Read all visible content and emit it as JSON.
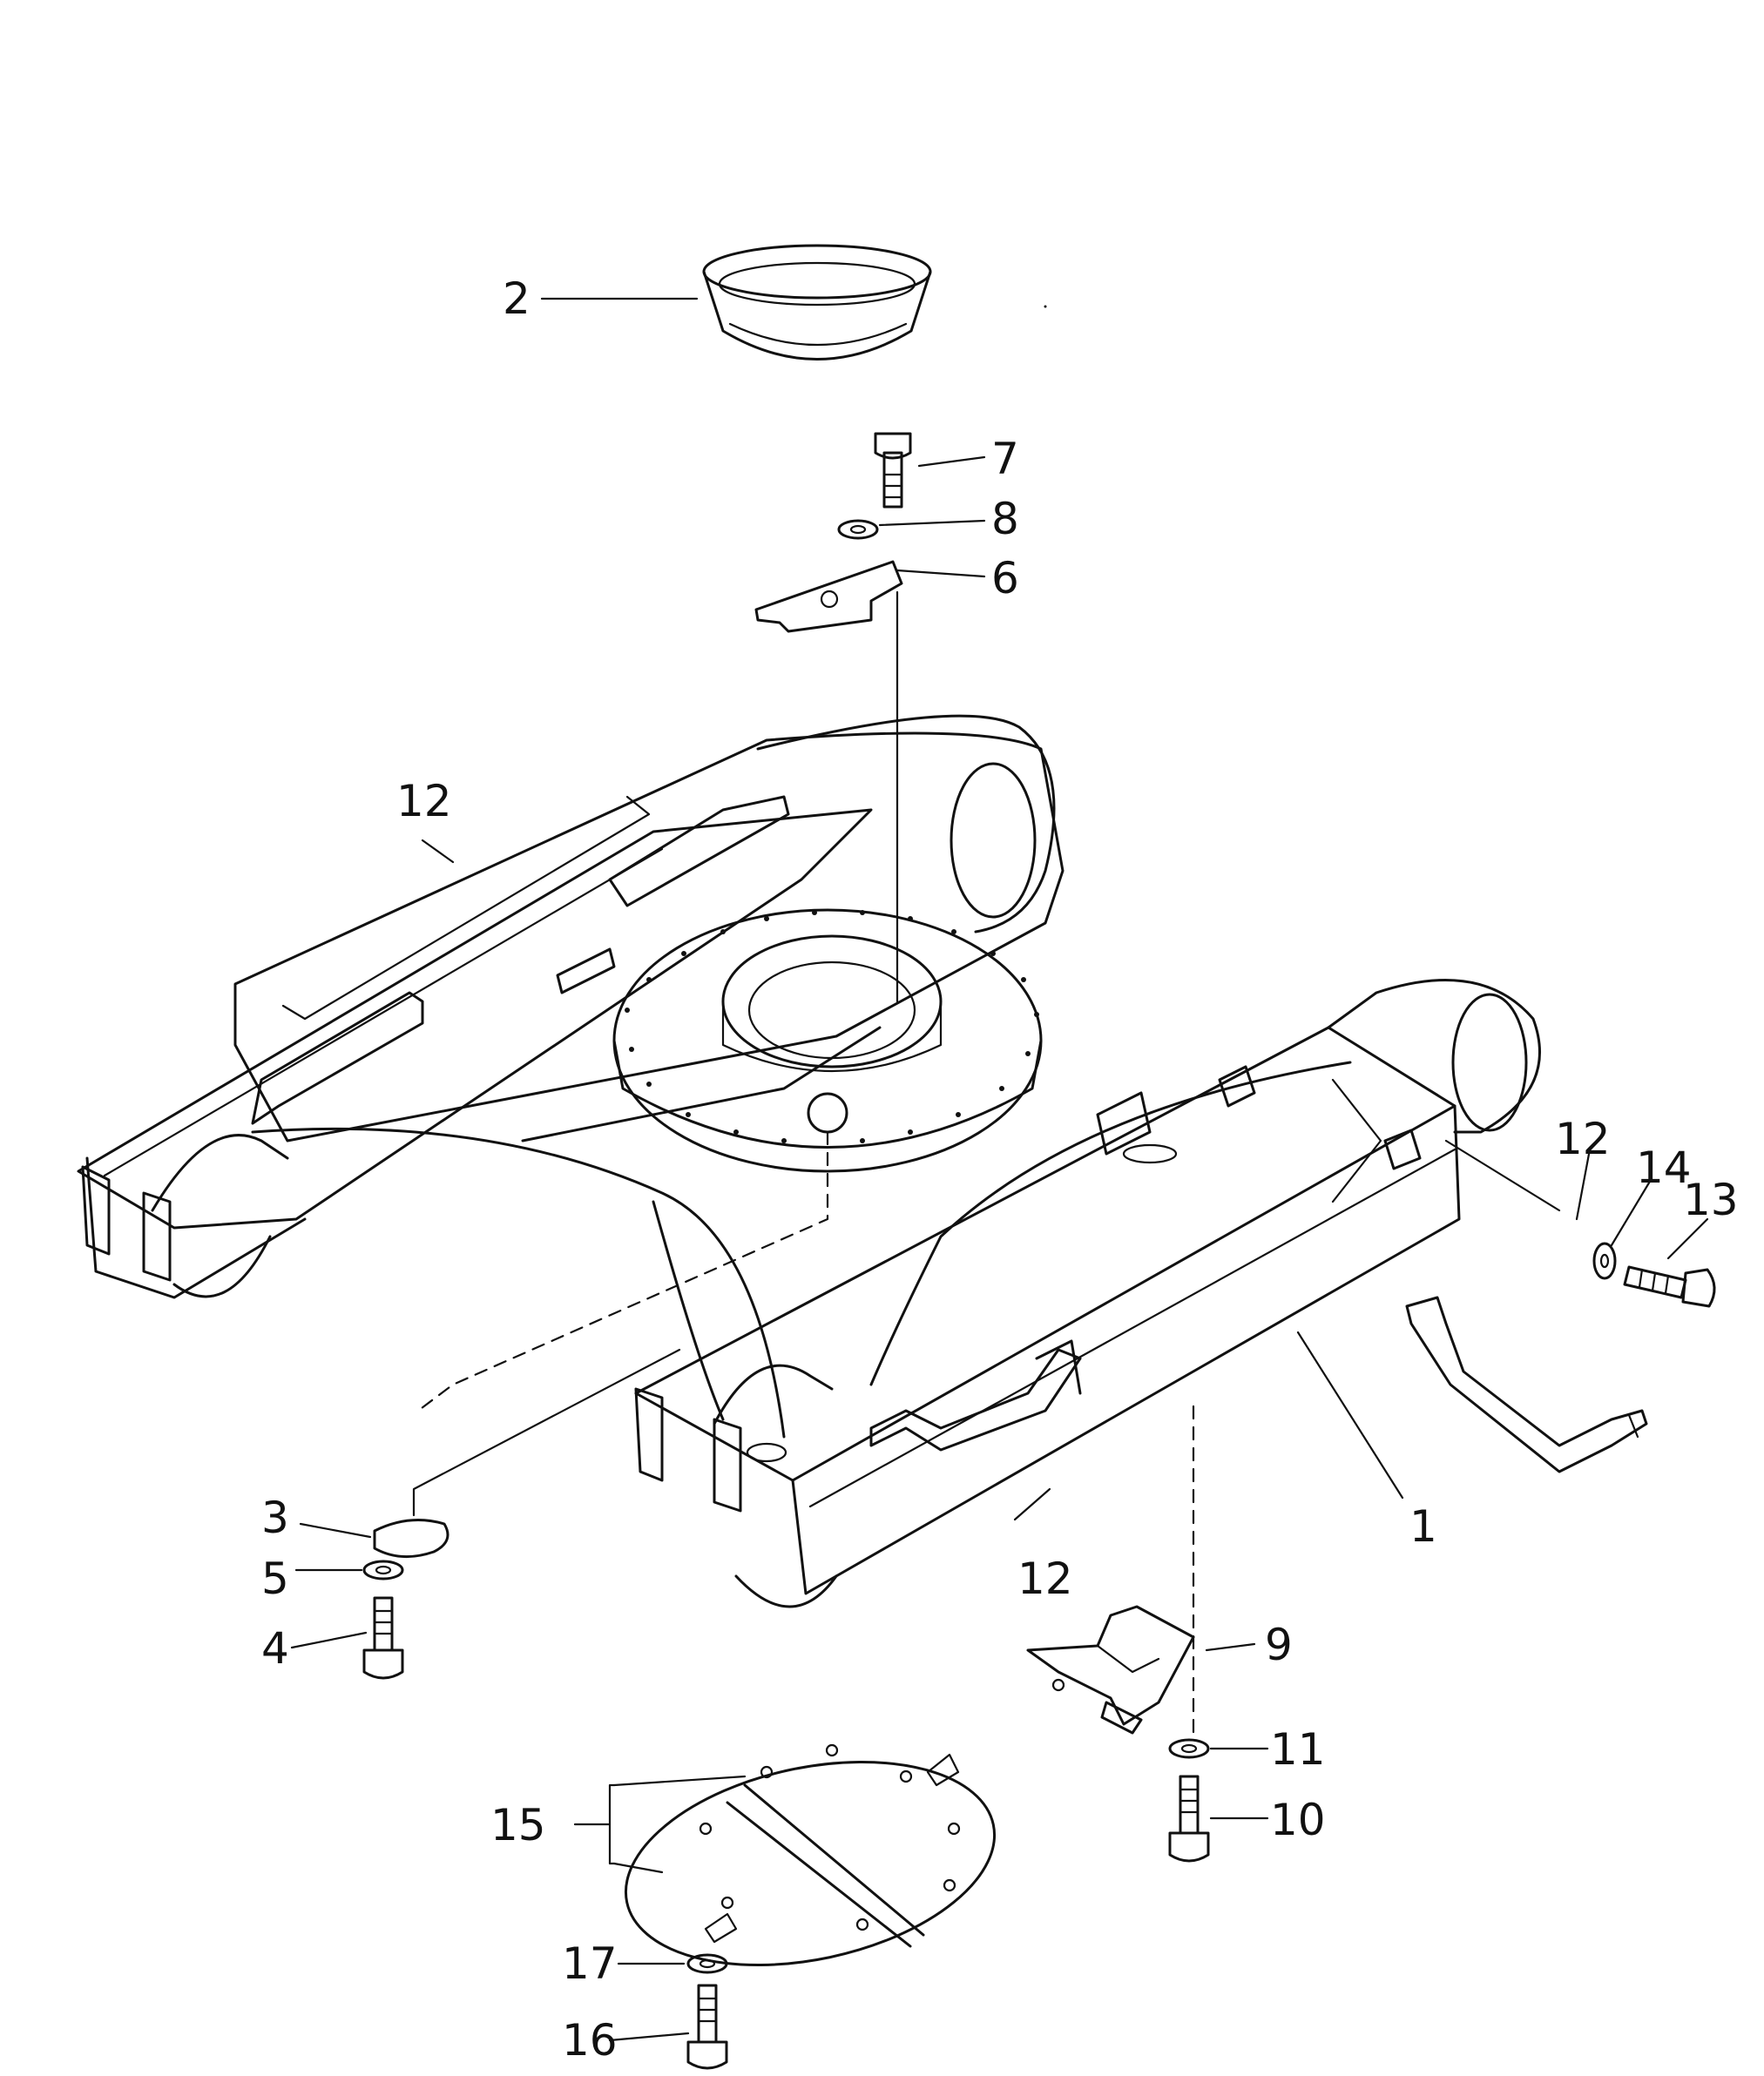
{
  "diagram": {
    "callouts": [
      {
        "id": "c1",
        "text": "1"
      },
      {
        "id": "c2",
        "text": "2"
      },
      {
        "id": "c3",
        "text": "3"
      },
      {
        "id": "c4",
        "text": "4"
      },
      {
        "id": "c5",
        "text": "5"
      },
      {
        "id": "c6",
        "text": "6"
      },
      {
        "id": "c7",
        "text": "7"
      },
      {
        "id": "c8",
        "text": "8"
      },
      {
        "id": "c9",
        "text": "9"
      },
      {
        "id": "c10",
        "text": "10"
      },
      {
        "id": "c11",
        "text": "11"
      },
      {
        "id": "c12a",
        "text": "12"
      },
      {
        "id": "c12b",
        "text": "12"
      },
      {
        "id": "c12c",
        "text": "12"
      },
      {
        "id": "c13",
        "text": "13"
      },
      {
        "id": "c14",
        "text": "14"
      },
      {
        "id": "c15",
        "text": "15"
      },
      {
        "id": "c16",
        "text": "16"
      },
      {
        "id": "c17",
        "text": "17"
      }
    ]
  }
}
